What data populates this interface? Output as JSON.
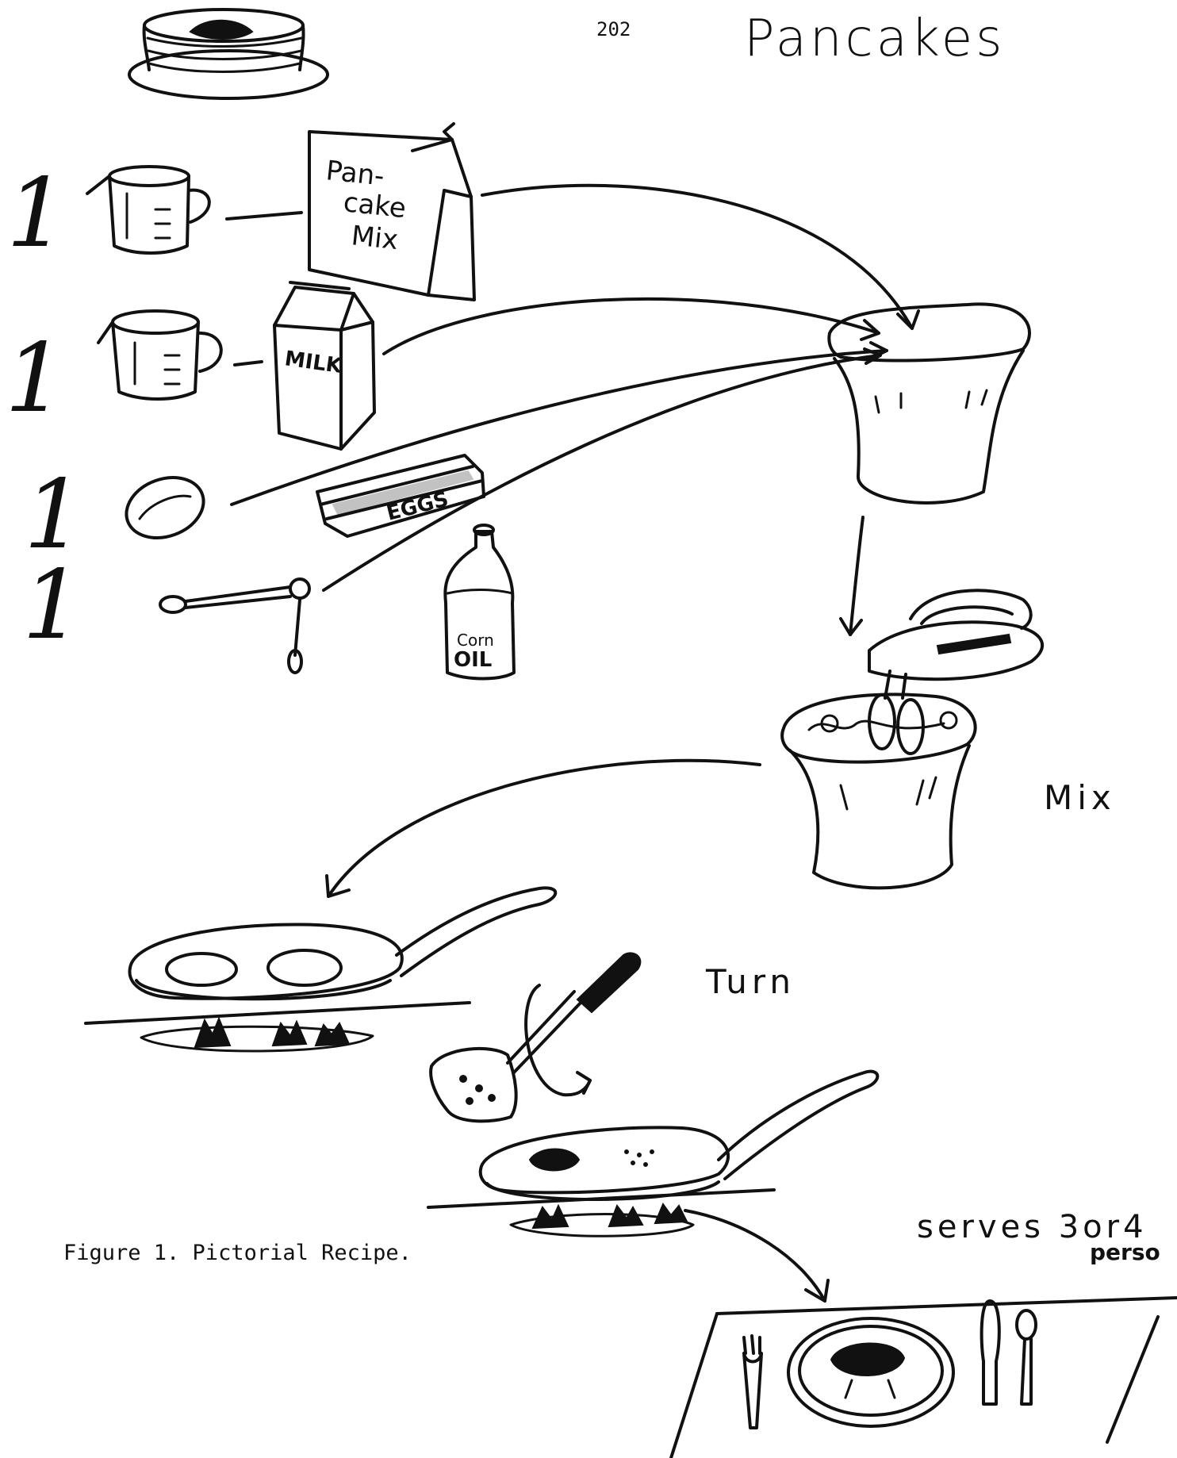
{
  "page_number": "202",
  "title": "Pancakes",
  "ingredients": [
    {
      "quantity": "1",
      "utensil_icon": "measuring-cup-icon",
      "item_icon": "pancake-mix-box-icon",
      "item_label_lines": [
        "Pan-",
        "cake",
        "Mix"
      ]
    },
    {
      "quantity": "1",
      "utensil_icon": "measuring-cup-icon",
      "item_icon": "milk-carton-icon",
      "item_label_lines": [
        "MILK"
      ]
    },
    {
      "quantity": "1",
      "utensil_icon": "egg-icon",
      "item_icon": "egg-carton-icon",
      "item_label_lines": [
        "EGGS"
      ]
    },
    {
      "quantity": "1",
      "utensil_icon": "measuring-spoon-icon",
      "item_icon": "oil-bottle-icon",
      "item_label_lines": [
        "Corn",
        "OIL"
      ]
    }
  ],
  "steps": {
    "mix": "Mix",
    "turn": "Turn",
    "serves_line1": "serves 3or4",
    "serves_line2": "perso"
  },
  "caption": "Figure 1.  Pictorial Recipe."
}
